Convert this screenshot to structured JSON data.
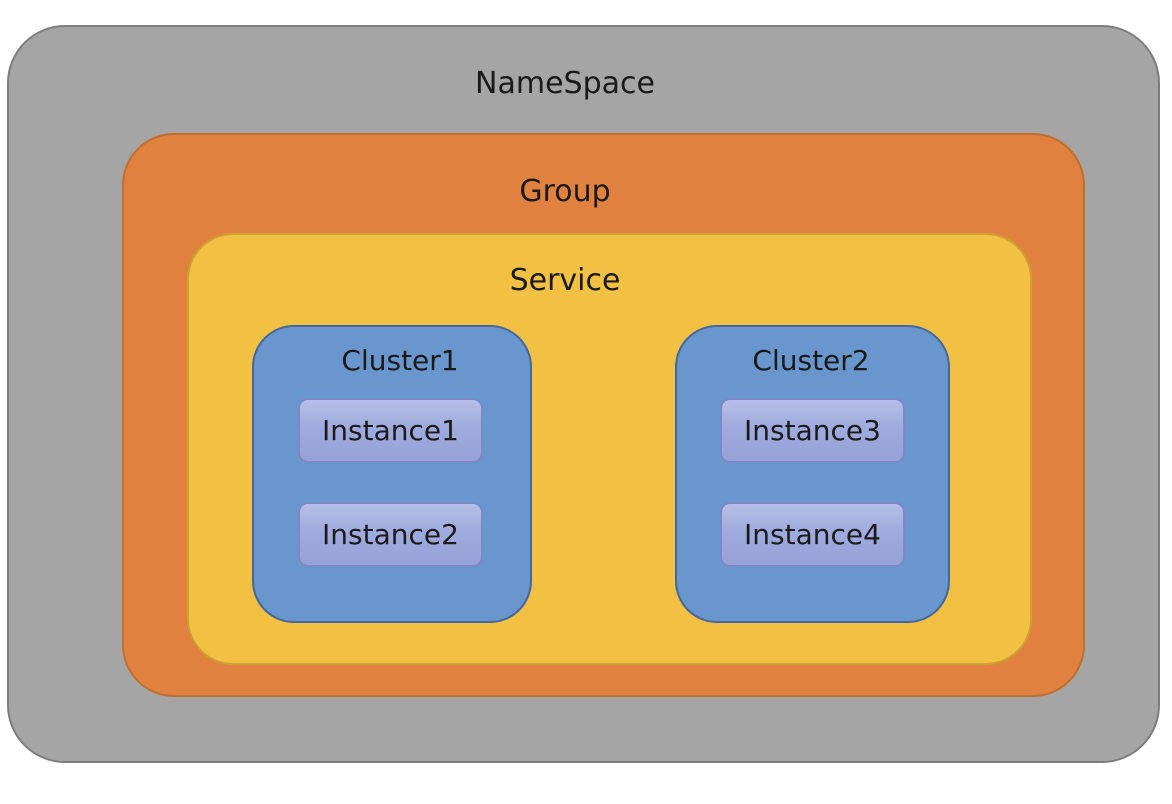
{
  "colors": {
    "namespace_fill": "#a5a5a5",
    "namespace_border": "#7d7d7d",
    "group_fill": "#e08140",
    "group_border": "#c0702e",
    "service_fill": "#f2c144",
    "service_border": "#cfa032",
    "cluster_fill": "#6996cc",
    "cluster_border": "#47679c",
    "instance_fill": "#9fabdd",
    "instance_border": "#7b89c7",
    "text": "#1a1a1a",
    "page_background": "#ffffff"
  },
  "diagram": {
    "namespace": {
      "label": "NameSpace",
      "group": {
        "label": "Group",
        "service": {
          "label": "Service",
          "clusters": [
            {
              "label": "Cluster1",
              "instances": [
                {
                  "label": "Instance1"
                },
                {
                  "label": "Instance2"
                }
              ]
            },
            {
              "label": "Cluster2",
              "instances": [
                {
                  "label": "Instance3"
                },
                {
                  "label": "Instance4"
                }
              ]
            }
          ]
        }
      }
    }
  }
}
